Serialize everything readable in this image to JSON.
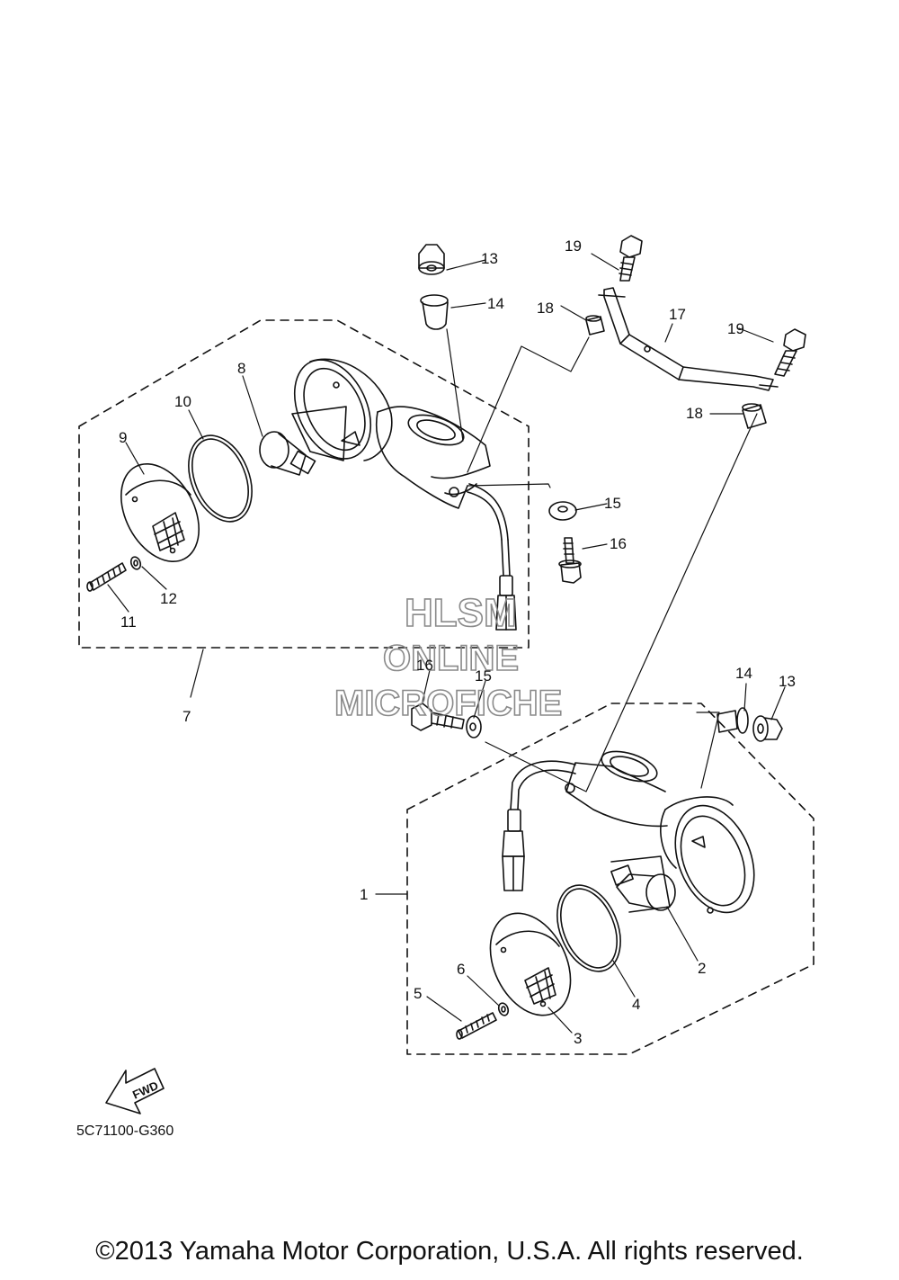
{
  "diagram": {
    "drawing_code": "5C71100-G360",
    "fwd_label": "FWD",
    "copyright": "©2013 Yamaha Motor Corporation, U.S.A. All rights reserved.",
    "watermark": {
      "line1": "HLSM",
      "line2": "ONLINE",
      "line3": "MICROFICHE"
    },
    "callouts": {
      "c1": "1",
      "c2": "2",
      "c3": "3",
      "c4": "4",
      "c5": "5",
      "c6": "6",
      "c7": "7",
      "c8": "8",
      "c9": "9",
      "c10": "10",
      "c11": "11",
      "c12": "12",
      "c13a": "13",
      "c13b": "13",
      "c14a": "14",
      "c14b": "14",
      "c15a": "15",
      "c15b": "15",
      "c16a": "16",
      "c16b": "16",
      "c17": "17",
      "c18a": "18",
      "c18b": "18",
      "c19a": "19",
      "c19b": "19"
    }
  }
}
